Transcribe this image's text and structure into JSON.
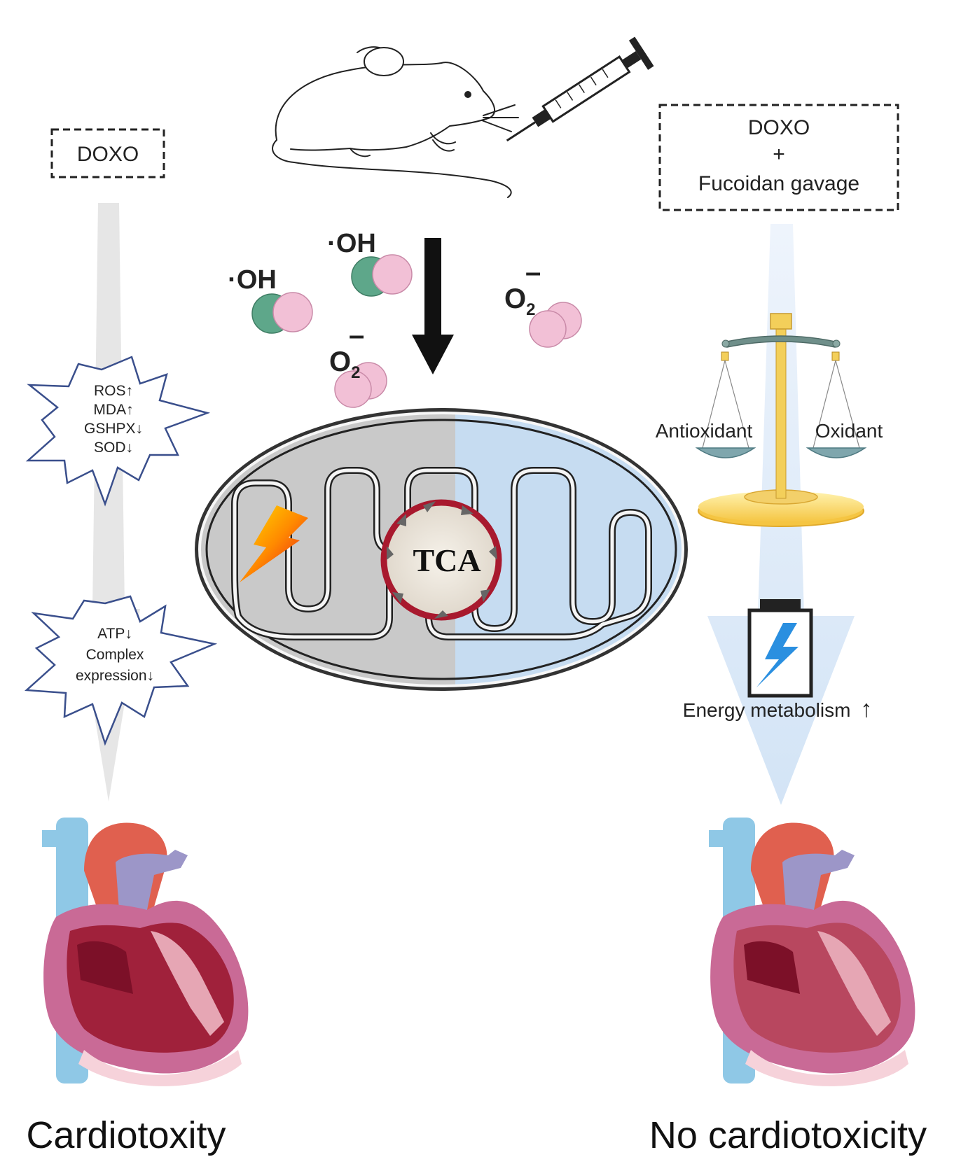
{
  "left": {
    "box_label": "DOXO",
    "burst1": [
      "ROS↑",
      "MDA↑",
      "GSHPX↓",
      "SOD↓"
    ],
    "burst2": [
      "ATP↓",
      "Complex",
      "expression↓"
    ],
    "outcome": "Cardiotoxity"
  },
  "right": {
    "box_line1": "DOXO",
    "box_line2": "+",
    "box_line3": "Fucoidan gavage",
    "scale_left": "Antioxidant",
    "scale_right": "Oxidant",
    "energy": "Energy metabolism",
    "energy_arrow": "↑",
    "outcome": "No cardiotoxicity"
  },
  "ros": {
    "oh": "·OH",
    "o2_base": "O",
    "o2_sub": "2",
    "o2_charge": "–"
  },
  "mito": {
    "tca": "TCA"
  },
  "colors": {
    "left_arrow": "#e6e6e6",
    "right_arrow": "#dce9f8",
    "mito_grey": "#c9c9c9",
    "mito_blue": "#c6dcf1",
    "burst_stroke": "#3a4f8c",
    "tca_ring": "#a8192e",
    "ros_green": "#5ea78a",
    "ros_pink": "#f2c0d6",
    "battery_bolt": "#2a8fe0"
  }
}
